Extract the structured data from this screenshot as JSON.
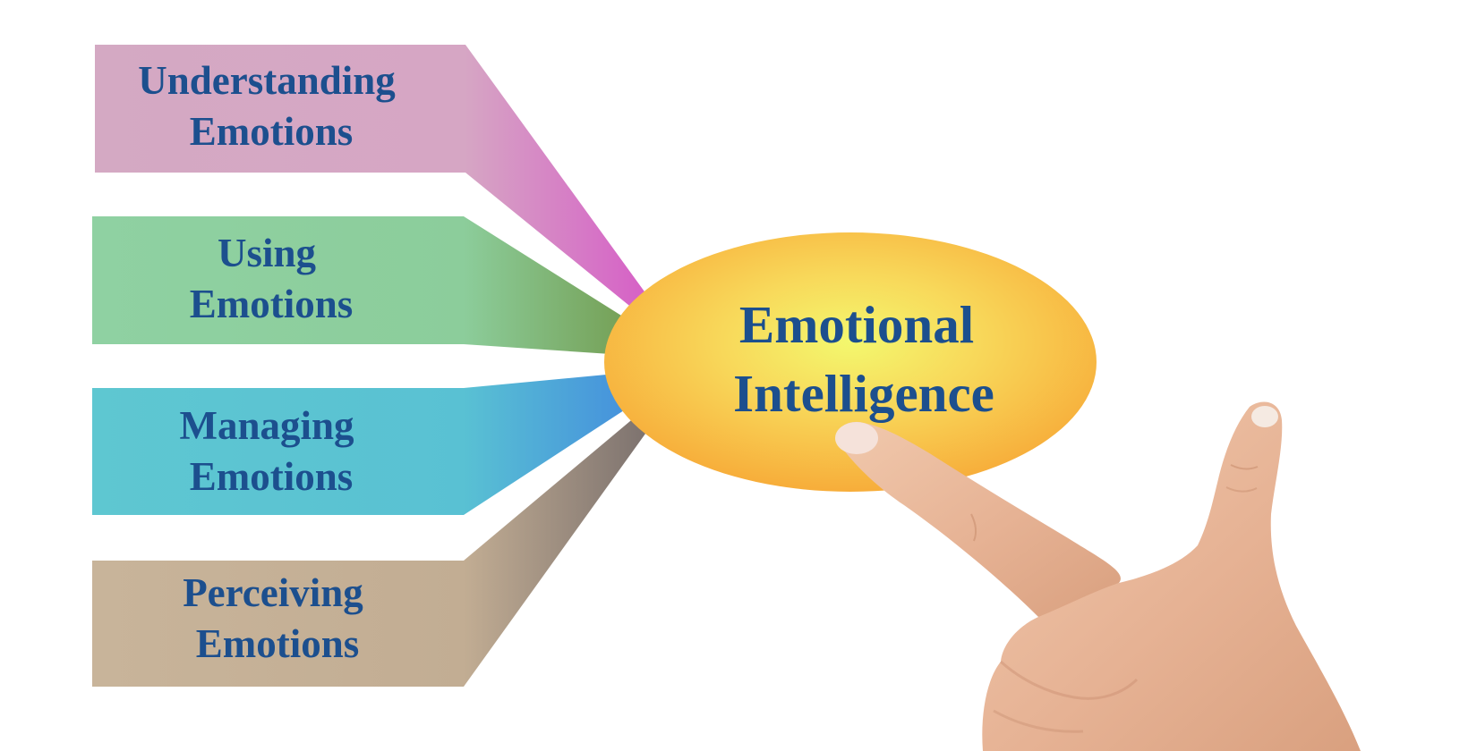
{
  "center": {
    "line1": "Emotional",
    "line2": "Intelligence"
  },
  "branches": [
    {
      "line1": "Understanding",
      "line2": "Emotions",
      "color": "#d4a9c3",
      "tip_color": "#d64fc7"
    },
    {
      "line1": "Using",
      "line2": "Emotions",
      "color": "#8fd1a2",
      "tip_color": "#6c8e3a"
    },
    {
      "line1": "Managing",
      "line2": "Emotions",
      "color": "#5ec7d1",
      "tip_color": "#3e7fe0"
    },
    {
      "line1": "Perceiving",
      "line2": "Emotions",
      "color": "#c8b49a",
      "tip_color": "#6c6466"
    }
  ],
  "colors": {
    "text": "#1c4f8e",
    "ellipse_center": "#f3f86e",
    "ellipse_edge": "#f7ad3a",
    "skin": "#e9b99a"
  },
  "icons": {
    "hand": "pointing-hand-icon"
  }
}
